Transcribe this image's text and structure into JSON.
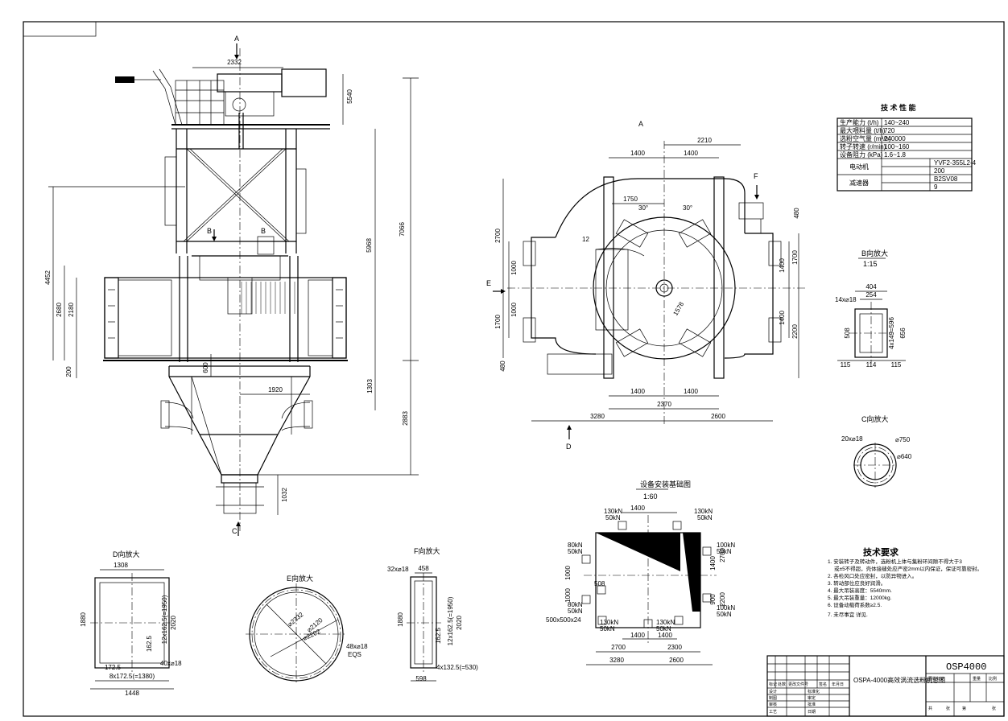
{
  "views": {
    "a_view_title": "A",
    "b_view_title": "B向放大",
    "b_view_scale": "1:15",
    "d_view_title": "D向放大",
    "e_view_title": "E向放大",
    "f_view_title": "F向放大",
    "flange_title": "C向放大",
    "foundation_title": "设备安装基础图",
    "foundation_scale": "1:60"
  },
  "markers": {
    "A": "A",
    "B": "B",
    "C": "C",
    "D": "D",
    "E": "E",
    "F": "F"
  },
  "elevation_dims": [
    "2332",
    "5540",
    "7066",
    "5968",
    "4452",
    "2680",
    "2180",
    "200",
    "600",
    "1303",
    "2883",
    "1920",
    "1032"
  ],
  "plan_dims": [
    "2210",
    "1400",
    "1400",
    "1750",
    "30°",
    "30°",
    "12",
    "1000",
    "1000",
    "2700",
    "1700",
    "1400",
    "1700",
    "1400",
    "2200",
    "480",
    "480",
    "1400",
    "1400",
    "2370",
    "3280",
    "2600",
    "1578"
  ],
  "b_dims": [
    "404",
    "254",
    "14x⌀18",
    "508",
    "4x149=596",
    "656",
    "115",
    "114",
    "115"
  ],
  "flange_dims": [
    "20x⌀18",
    "⌀750",
    "⌀640"
  ],
  "d_dims": [
    "1308",
    "1880",
    "2020",
    "162.5",
    "12x162.5(=1950)",
    "172.5",
    "8x172.5(=1380)",
    "40x⌀18",
    "1448"
  ],
  "e_dims": [
    "⌀2332",
    "⌀2120",
    "⌀2202",
    "48x⌀18",
    "EQS"
  ],
  "f_dims": [
    "32x⌀18",
    "458",
    "1880",
    "2020",
    "162.5",
    "12x162.5(=1950)",
    "598",
    "4x132.5(=530)"
  ],
  "foundation_loads": {
    "top_left": "130kN",
    "top_left_2": "50kN",
    "top_right": "130kN",
    "top_right_2": "50kN",
    "left_upper": "80kN",
    "left_upper_2": "50kN",
    "left_lower": "80kN",
    "left_lower_2": "50kN",
    "right_upper": "100kN",
    "right_upper_2": "50kN",
    "right_lower": "100kN",
    "right_lower_2": "50kN",
    "bottom_left": "130kN",
    "bottom_left_2": "50kN",
    "bottom_right": "130kN",
    "bottom_right_2": "50kN",
    "embed": "500x500x24",
    "dims": [
      "1400",
      "2700",
      "2300",
      "1400",
      "1400",
      "3280",
      "2600",
      "1000",
      "1000",
      "508",
      "2700",
      "2200",
      "1400",
      "900"
    ]
  },
  "tech_table": {
    "title": "技 术 性 能",
    "rows": [
      {
        "label": "生产能力 (t/h)",
        "value": "140~240"
      },
      {
        "label": "最大喂料量 (t/h)",
        "value": "720"
      },
      {
        "label": "选粉空气量 (m³/h)",
        "value": "240000"
      },
      {
        "label": "转子转速 (r/min)",
        "value": "100~160"
      },
      {
        "label": "设备阻力 (kPa)",
        "value": "1.6~1.8"
      },
      {
        "label": "电动机",
        "value": "YVF2-355L2-4"
      },
      {
        "label": "",
        "value": "200"
      },
      {
        "label": "减速器",
        "value": "B2SV08"
      },
      {
        "label": "",
        "value": "9"
      }
    ]
  },
  "requirements": {
    "title": "技术要求",
    "items": [
      "1. 安装转子及转动件，选粉机上体与集粉环间隙不得大于3",
      "或±5不得超，壳体接缝处应严密2mm以内保证，保证可靠密封。",
      "2. 各检风口处应密封，以防异物进入。",
      "3. 转动部位应良好润滑。",
      "4. 最大吊装高度：5540mm.",
      "5. 最大吊装重量：12000kg.",
      "6. 设备动载荷系数≥2.5.",
      "7. 未尽事宜 详见."
    ]
  },
  "title_block": {
    "model": "OSP4000",
    "drawing_name": "OSPA-4000高效涡流选粉机总图",
    "rows": [
      "标记",
      "处数",
      "分区",
      "更改文件号",
      "签名",
      "年月日",
      "设计",
      "标准化",
      "制图",
      "审定",
      "审核",
      "批准",
      "工艺",
      "日期"
    ],
    "right_labels": [
      "图样标记",
      "重量",
      "比例",
      "共",
      "张",
      "第",
      "张"
    ]
  }
}
